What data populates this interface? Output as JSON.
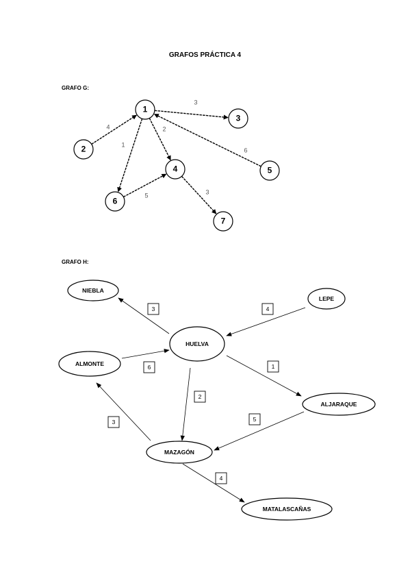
{
  "page": {
    "title": "GRAFOS PRÁCTICA 4"
  },
  "graph_g": {
    "label": "GRAFO G:",
    "nodes": [
      "1",
      "2",
      "3",
      "4",
      "5",
      "6",
      "7"
    ],
    "edges": [
      {
        "from": "1",
        "to": "3",
        "weight": "3"
      },
      {
        "from": "2",
        "to": "1",
        "weight": "4"
      },
      {
        "from": "1",
        "to": "4",
        "weight": "2"
      },
      {
        "from": "1",
        "to": "6",
        "weight": "1"
      },
      {
        "from": "5",
        "to": "1",
        "weight": "6"
      },
      {
        "from": "6",
        "to": "4",
        "weight": "5"
      },
      {
        "from": "4",
        "to": "7",
        "weight": "3"
      }
    ]
  },
  "graph_h": {
    "label": "GRAFO H:",
    "nodes": [
      "NIEBLA",
      "LEPE",
      "HUELVA",
      "ALMONTE",
      "ALJARAQUE",
      "MAZAGÓN",
      "MATALASCAÑAS"
    ],
    "edges": [
      {
        "from": "HUELVA",
        "to": "NIEBLA",
        "weight": "3"
      },
      {
        "from": "LEPE",
        "to": "HUELVA",
        "weight": "4"
      },
      {
        "from": "ALMONTE",
        "to": "HUELVA",
        "weight": "6"
      },
      {
        "from": "HUELVA",
        "to": "ALJARAQUE",
        "weight": "1"
      },
      {
        "from": "HUELVA",
        "to": "MAZAGÓN",
        "weight": "2"
      },
      {
        "from": "ALJARAQUE",
        "to": "MAZAGÓN",
        "weight": "5"
      },
      {
        "from": "MAZAGÓN",
        "to": "ALMONTE",
        "weight": "3"
      },
      {
        "from": "MAZAGÓN",
        "to": "MATALASCAÑAS",
        "weight": "4"
      }
    ]
  }
}
